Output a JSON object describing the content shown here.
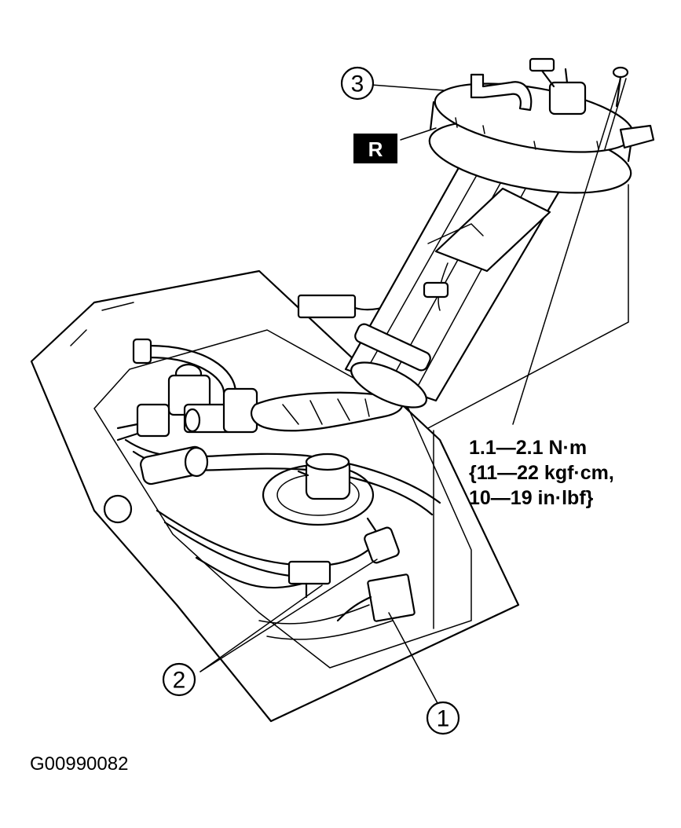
{
  "callouts": [
    {
      "id": "1",
      "label": "1"
    },
    {
      "id": "2",
      "label": "2"
    },
    {
      "id": "3",
      "label": "3"
    }
  ],
  "badge": {
    "label": "R",
    "fill": "#000000",
    "text_color": "#ffffff"
  },
  "torque_spec": {
    "line1": "1.1—2.1 N·m",
    "line2": "{11—22 kgf·cm,",
    "line3": "10—19 in·lbf}"
  },
  "figure_code": "G00990082"
}
